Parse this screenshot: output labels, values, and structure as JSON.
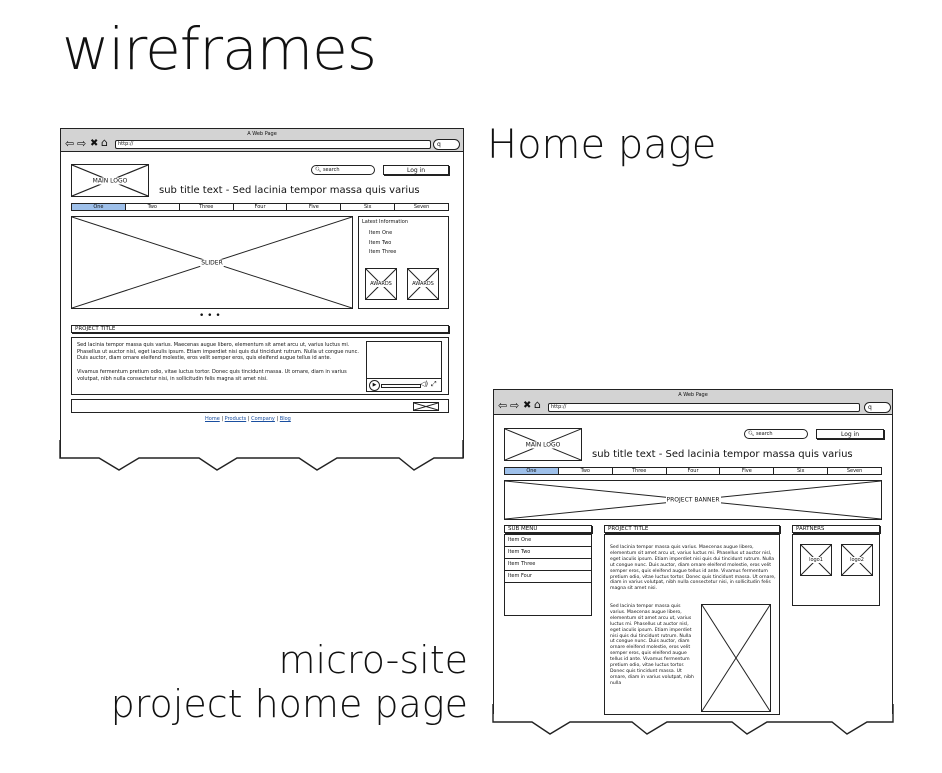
{
  "page": {
    "title": "wireframes",
    "home_caption": "Home page",
    "micro_caption_line1": "micro-site",
    "micro_caption_line2": "project home page"
  },
  "browser": {
    "window_title": "A Web Page",
    "url": "http://",
    "go_glyph": "q"
  },
  "home": {
    "logo": "MAIN LOGO",
    "search_placeholder": "search",
    "login_label": "Log in",
    "subtitle": "sub title text - Sed lacinia tempor massa quis varius",
    "tabs": [
      "One",
      "Two",
      "Three",
      "Four",
      "Five",
      "Six",
      "Seven"
    ],
    "slider_label": "SLIDER",
    "slider_dots": "• • •",
    "latest_heading": "Latest Information",
    "latest_items": [
      "Item One",
      "Item Two",
      "Item Three"
    ],
    "award1": "AWARDS",
    "award2": "AWARDS",
    "project_title": "PROJECT TITLE",
    "para1": "Sed lacinia tempor massa quis varius. Maecenas augue libero, elementum sit amet arcu ut, varius luctus mi. Phasellus ut auctor nisl, eget iaculis ipsum. Etiam imperdiet nisi quis dui tincidunt rutrum. Nulla ut congue nunc. Duis auctor, diam ornare eleifend molestie, eros velit semper eros, quis eleifend augue tellus id ante.",
    "para2": "Vivamus fermentum pretium odio, vitae luctus tortor. Donec quis tincidunt massa. Ut ornare, diam in varius volutpat, nibh nulla consectetur nisi, in sollicitudin felis magna sit amet nisi.",
    "footer_links": [
      "Home",
      "Products",
      "Company",
      "Blog"
    ],
    "footer_sep": "|"
  },
  "micro": {
    "logo": "MAIN LOGO",
    "search_placeholder": "search",
    "login_label": "Log in",
    "subtitle": "sub title text - Sed lacinia tempor massa quis varius",
    "tabs": [
      "One",
      "Two",
      "Three",
      "Four",
      "Five",
      "Six",
      "Seven"
    ],
    "banner_label": "PROJECT BANNER",
    "submenu_heading": "SUB MENU",
    "submenu_items": [
      "Item One",
      "Item Two",
      "Item Three",
      "Item Four"
    ],
    "project_title": "PROJECT TITLE",
    "partners_heading": "PARTNERS",
    "logo1": "logo1",
    "logo2": "logo2",
    "para1": "Sed lacinia tempor massa quis varius. Maecenas augue libero, elementum sit amet arcu ut, varius luctus mi. Phasellus ut auctor nisl, eget iaculis ipsum. Etiam imperdiet nisi quis dui tincidunt rutrum. Nulla ut congue nunc. Duis auctor, diam ornare eleifend molestie, eros velit semper eros, quis eleifend augue tellus id ante. Vivamus fermentum pretium odio, vitae luctus tortor. Donec quis tincidunt massa. Ut ornare, diam in varius volutpat, nibh nulla consectetur nisi, in sollicitudin felis magna sit amet nisi.",
    "para2": "Sed lacinia tempor massa quis varius. Maecenas augue libero, elementum sit amet arcu ut, varius luctus mi. Phasellus ut auctor nisl, eget iaculis ipsum. Etiam imperdiet nisi quis dui tincidunt rutrum. Nulla ut congue nunc. Duis auctor, diam ornare eleifend molestie, eros velit semper eros, quis eleifend augue tellus id ante. Vivamus fermentum pretium odio, vitae luctus tortor. Donec quis tincidunt massa. Ut ornare, diam in varius volutpat, nibh nulla"
  },
  "colors": {
    "active_tab": "#9ec0ea",
    "chrome": "#d3d3d3",
    "link": "#1a4fa0"
  }
}
